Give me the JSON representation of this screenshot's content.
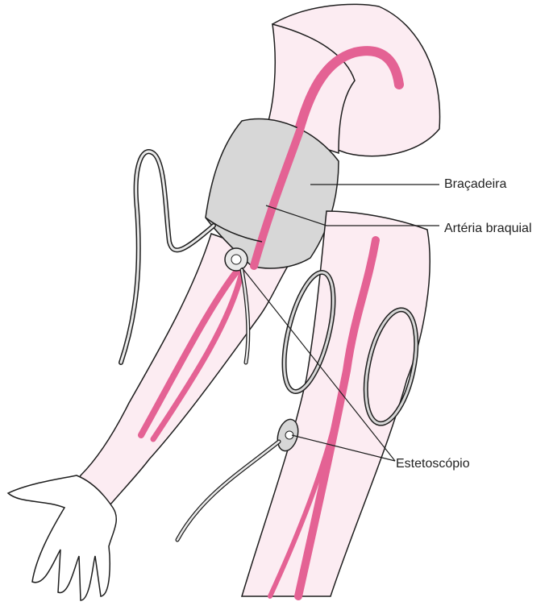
{
  "labels": {
    "cuff": "Braçadeira",
    "artery": "Artéria braquial",
    "stethoscope": "Estetoscópio"
  },
  "colors": {
    "skin": "#fcecf2",
    "artery": "#e46294",
    "cuff": "#d7d7d7",
    "outline": "#1e1e1e",
    "tube": "#e9e9e9"
  }
}
